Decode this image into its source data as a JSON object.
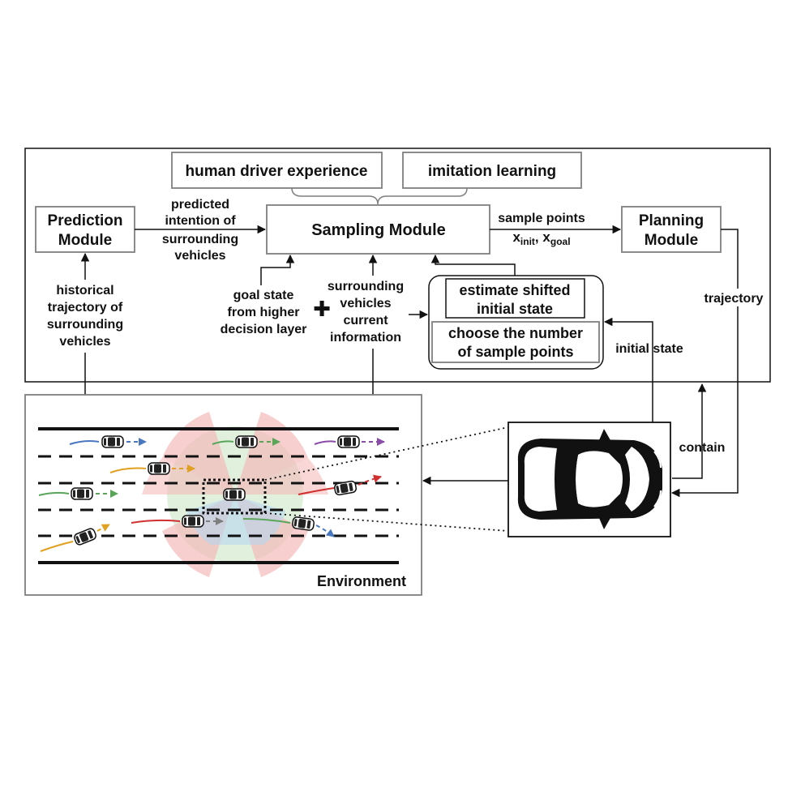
{
  "top_boxes": {
    "human_driver": "human driver experience",
    "imitation": "imitation learning"
  },
  "modules": {
    "prediction_line1": "Prediction",
    "prediction_line2": "Module",
    "sampling": "Sampling Module",
    "planning_line1": "Planning",
    "planning_line2": "Module"
  },
  "labels": {
    "predicted_intention": [
      "predicted",
      "intention of",
      "surrounding",
      "vehicles"
    ],
    "sample_points": "sample points",
    "x_init_base": "x",
    "x_init_sub": "init",
    "x_goal_base": "x",
    "x_goal_sub": "goal",
    "comma": ",",
    "historical": [
      "historical",
      "trajectory of",
      "surrounding",
      "vehicles"
    ],
    "goal_state": [
      "goal state",
      "from higher",
      "decision layer"
    ],
    "plus": "✚",
    "surrounding_info": [
      "surrounding",
      "vehicles",
      "current",
      "information"
    ],
    "trajectory": "trajectory",
    "initial_state": "initial state",
    "contain": "contain",
    "environment": "Environment"
  },
  "estimate_box": {
    "estimate_line1": "estimate shifted",
    "estimate_line2": "initial state",
    "choose_line1": "choose the number",
    "choose_line2": "of sample points"
  },
  "colors": {
    "border": "#111111",
    "module_border": "#7f7f7f",
    "danger_zone": "#f4b6b6",
    "safe_zone": "#c7e4c0",
    "rear_zone": "#b8d6f0",
    "traj_blue": "#4a78c0",
    "traj_green": "#5aa55a",
    "traj_orange": "#e0a020",
    "traj_red": "#d03030",
    "traj_purple": "#8a4aa8"
  }
}
